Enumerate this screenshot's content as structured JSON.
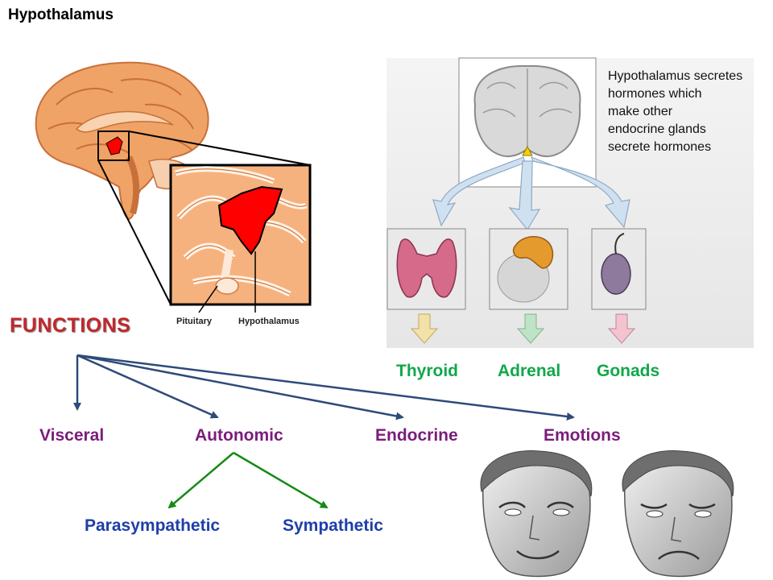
{
  "title": "Hypothalamus",
  "functions_heading": "FUNCTIONS",
  "brain_figure": {
    "label_pituitary": "Pituitary",
    "label_hypothalamus": "Hypothalamus"
  },
  "endocrine_figure": {
    "description": "Hypothalamus secretes\nhormones which\nmake other\nendocrine glands\nsecrete hormones",
    "glands": [
      "Thyroid",
      "Adrenal",
      "Gonads"
    ]
  },
  "function_branches": [
    "Visceral",
    "Autonomic",
    "Endocrine",
    "Emotions"
  ],
  "autonomic_branches": [
    "Parasympathetic",
    "Sympathetic"
  ],
  "colors": {
    "functions_heading": "#c0282d",
    "branch_text": "#7b1c7b",
    "autonomic_text": "#1f3ea8",
    "gland_text": "#10a84a",
    "blue_arrow": "#2e4a7a",
    "green_arrow": "#168a16",
    "hypothalamus_region": "#ff0000",
    "brain": "#f0a366"
  }
}
